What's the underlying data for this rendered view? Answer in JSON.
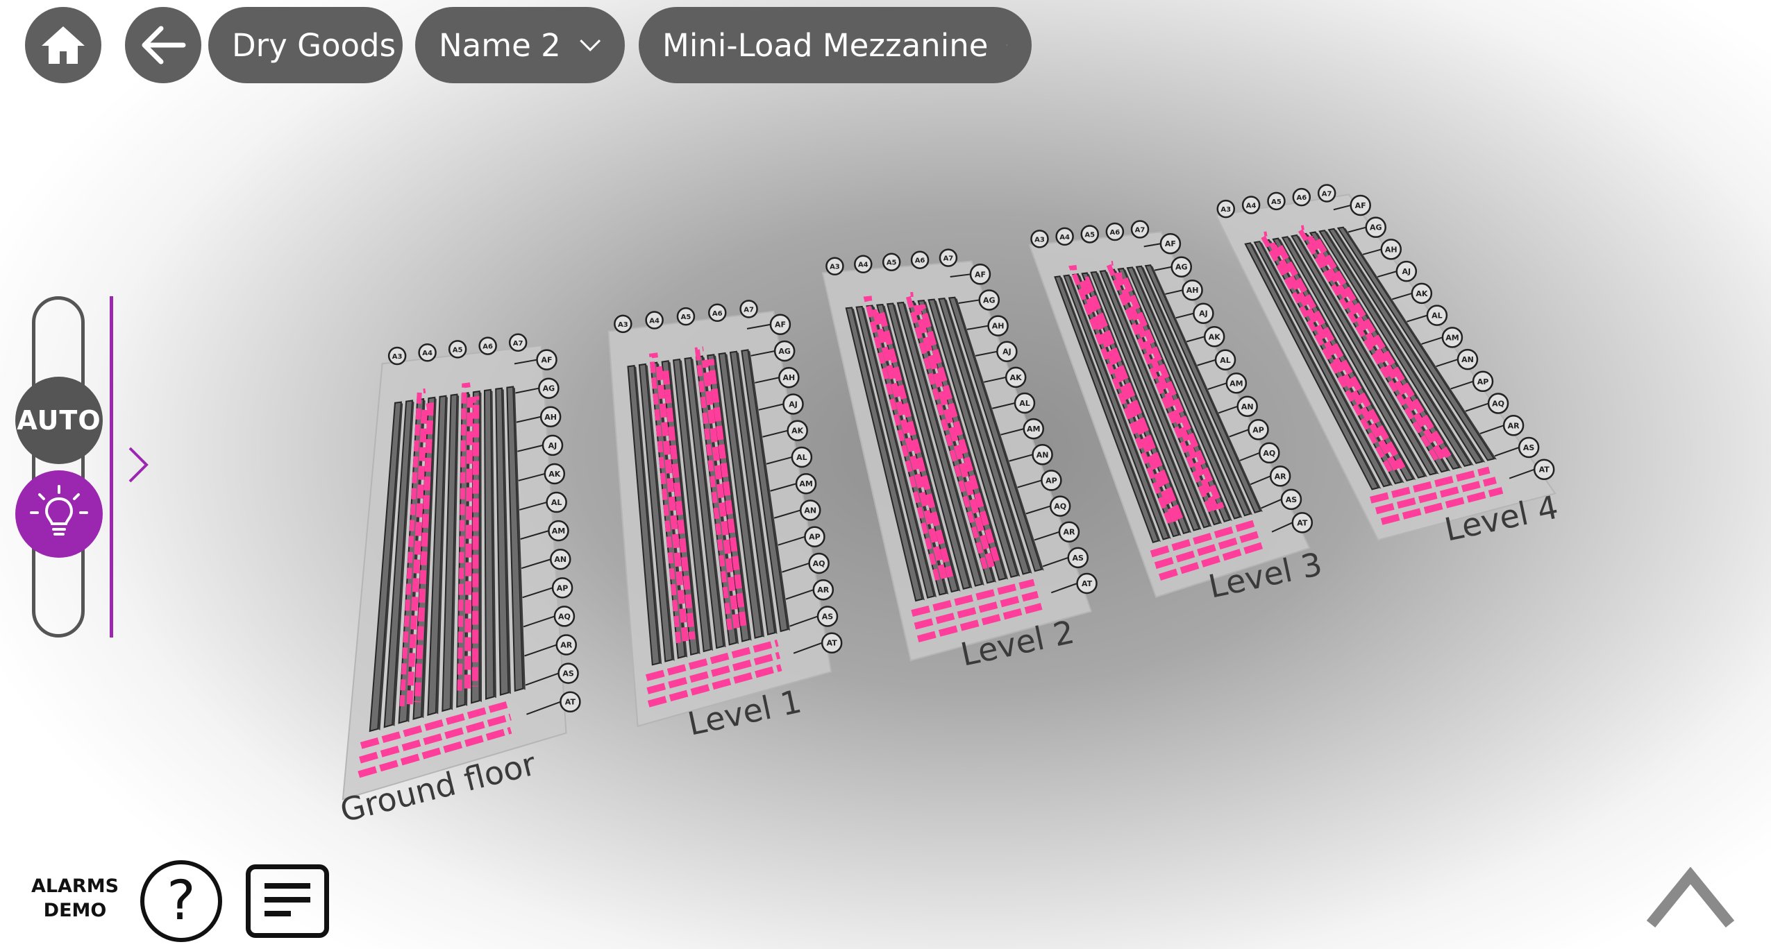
{
  "toolbar": {
    "home_icon": "home-icon",
    "back_icon": "arrow-left-icon",
    "breadcrumb": {
      "area": "Dry Goods",
      "name": "Name 2",
      "zone": "Mini-Load Mezzanine"
    }
  },
  "mode_panel": {
    "auto_label": "AUTO",
    "light_icon": "light-bulb-icon",
    "expand_icon": "chevron-right-icon"
  },
  "floors": [
    {
      "label": "Ground floor"
    },
    {
      "label": "Level 1"
    },
    {
      "label": "Level 2"
    },
    {
      "label": "Level 3"
    },
    {
      "label": "Level 4"
    }
  ],
  "top_aisles": [
    "A3",
    "A4",
    "A5",
    "A6",
    "A7"
  ],
  "side_aisles": [
    "AF",
    "AG",
    "AH",
    "AJ",
    "AK",
    "AL",
    "AM",
    "AN",
    "AP",
    "AQ",
    "AR",
    "AS",
    "AT"
  ],
  "footer": {
    "alarms_line1": "ALARMS",
    "alarms_line2": "DEMO",
    "help_symbol": "?",
    "log_icon": "log-list-icon",
    "collapse_icon": "chevron-up-icon"
  },
  "colors": {
    "accent": "#9b27b0",
    "highlight": "#ff3d9a",
    "button": "#5f5f5f"
  }
}
